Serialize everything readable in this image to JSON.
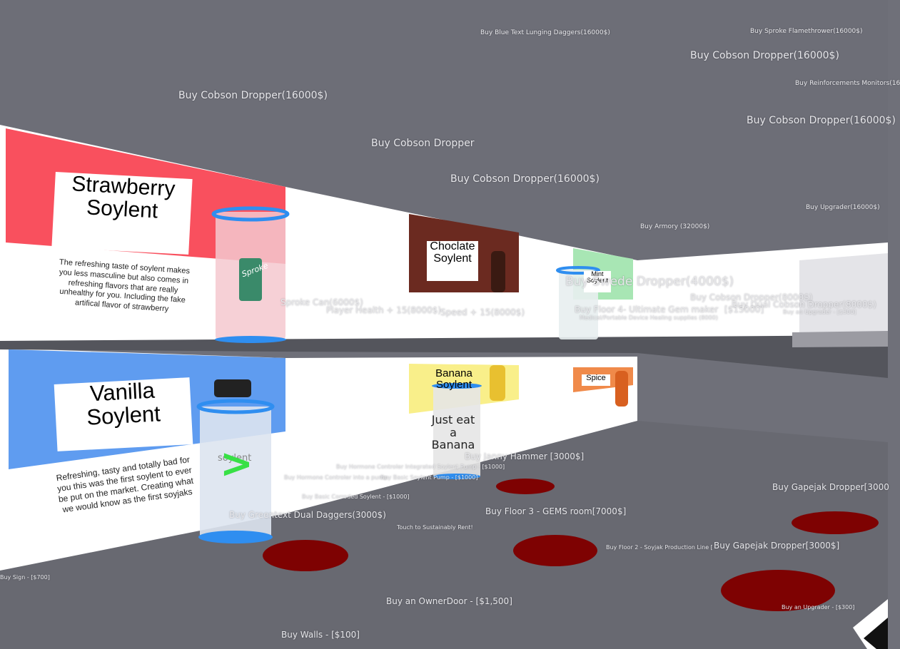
{
  "posters": {
    "strawberry": {
      "title_line1": "Strawberry",
      "title_line2": "Soylent",
      "description": "The refreshing taste of soylent makes you less masculine but also comes in refreshing flavors that are really unhealthy for you. Including the fake artifical flavor of strawberry",
      "color": "#f9505e"
    },
    "vanilla": {
      "title_line1": "Vanilla",
      "title_line2": "Soylent",
      "description": "Refreshing, tasty and totally bad for you this was the first soylent to ever be put on the market. Creating what we would know as the first soyjaks",
      "color": "#5f9cf0"
    },
    "chocolate": {
      "title_line1": "Choclate",
      "title_line2": "Soylent",
      "color": "#6b2a20"
    },
    "banana": {
      "title_line1": "Banana",
      "title_line2": "Soylent",
      "color": "#f9ef8a"
    },
    "mint": {
      "title_line1": "Mint",
      "title_line2": "Soylent",
      "color": "#a8e6b4"
    },
    "spice": {
      "title_line1": "Spice",
      "color": "#f08a4a"
    }
  },
  "can_label": "Sproke",
  "jug_label": "soylent",
  "banana_sign": "Just eat a Banana",
  "buttons": [
    "Buy Blue Text Lunging Daggers(16000$)",
    "Buy Sproke Flamethrower(16000$)",
    "Buy Cobson Dropper(16000$)",
    "Buy Reinforcements Monitors(16",
    "Buy Cobson Dropper(16000$)",
    "Buy Cobson Dropper(16000$)",
    "Buy Cobson Dropper",
    "Buy Cobson Dropper(16000$)",
    "Buy Upgrader(16000$)",
    "Buy Armory (32000$)",
    "Buy Swede Dropper(4000$)",
    "Buy Cobson Dropper(8000$)",
    "Buy Dual Cobson Dropper(8000$)",
    "Buy an Upgrader - [$300]",
    "Sproke Can(6000$)",
    "Player Health + 15(8000$)",
    "Speed + 15(8000$)",
    "Buy Floor 4- Ultimate Gem maker",
    "[$15000]",
    "Medical/Portable Device Healing supplies (8000)",
    "Buy Janny Hammer [3000$]",
    "Buy Hormone Controler Integrated Soylent Pump - [$1000]",
    "Buy Hormone Controler into a pump",
    "Buy Basic Soylent Pump - [$1000]",
    "Buy Basic Corroded Soylent - [$1000]",
    "Buy Greentext Dual Daggers(3000$)",
    "Buy Floor 3 - GEMS room[7000$]",
    "Touch to Sustainably Rent!",
    "Buy Gapejak Dropper[3000",
    "Buy Floor 2 - Soyjak Production Line [",
    "Buy Gapejak Dropper[3000$]",
    "Buy Sign - [$700]",
    "Buy an OwnerDoor - [$1,500]",
    "Buy an Upgrader - [$300]",
    "Buy Walls - [$100]"
  ],
  "colors": {
    "floor": "#696a72",
    "ceiling": "#6f7079",
    "pad": "#7e0202",
    "tube": "#2f8ef0"
  }
}
